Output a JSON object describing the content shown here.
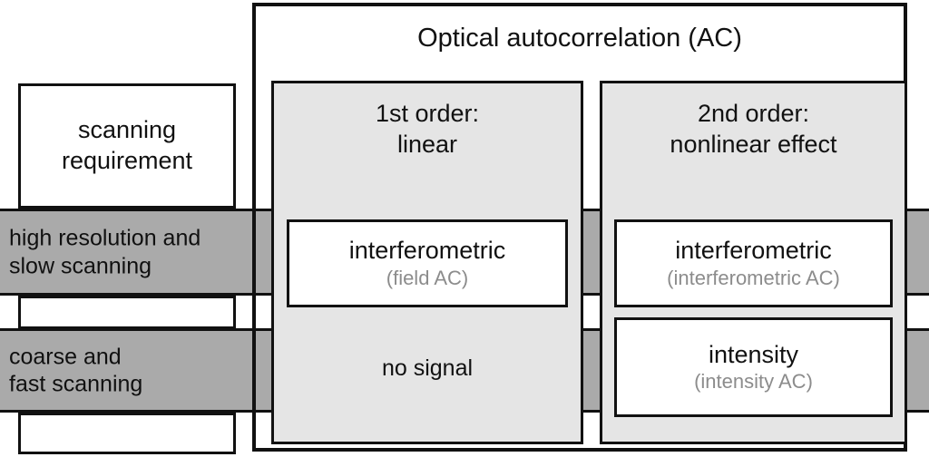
{
  "diagram": {
    "title": "Optical autocorrelation (AC)",
    "left_column": {
      "header": "scanning\nrequirement",
      "rows": [
        {
          "label": "high resolution and\nslow scanning"
        },
        {
          "label": "coarse and\nfast scanning"
        }
      ]
    },
    "columns": [
      {
        "header": "1st order:\nlinear",
        "cells": [
          {
            "main": "interferometric",
            "sub": "(field AC)",
            "boxed": true
          },
          {
            "main": "no signal",
            "sub": "",
            "boxed": false
          }
        ]
      },
      {
        "header": "2nd order:\nnonlinear effect",
        "cells": [
          {
            "main": "interferometric",
            "sub": "(interferometric AC)",
            "boxed": true
          },
          {
            "main": "intensity",
            "sub": "(intensity AC)",
            "boxed": true
          }
        ]
      }
    ],
    "colors": {
      "band_fill": "#aaaaaa",
      "panel_fill": "#e5e5e5",
      "box_fill": "#ffffff",
      "stroke": "#111111",
      "sub_text": "#8c8c8c"
    }
  }
}
